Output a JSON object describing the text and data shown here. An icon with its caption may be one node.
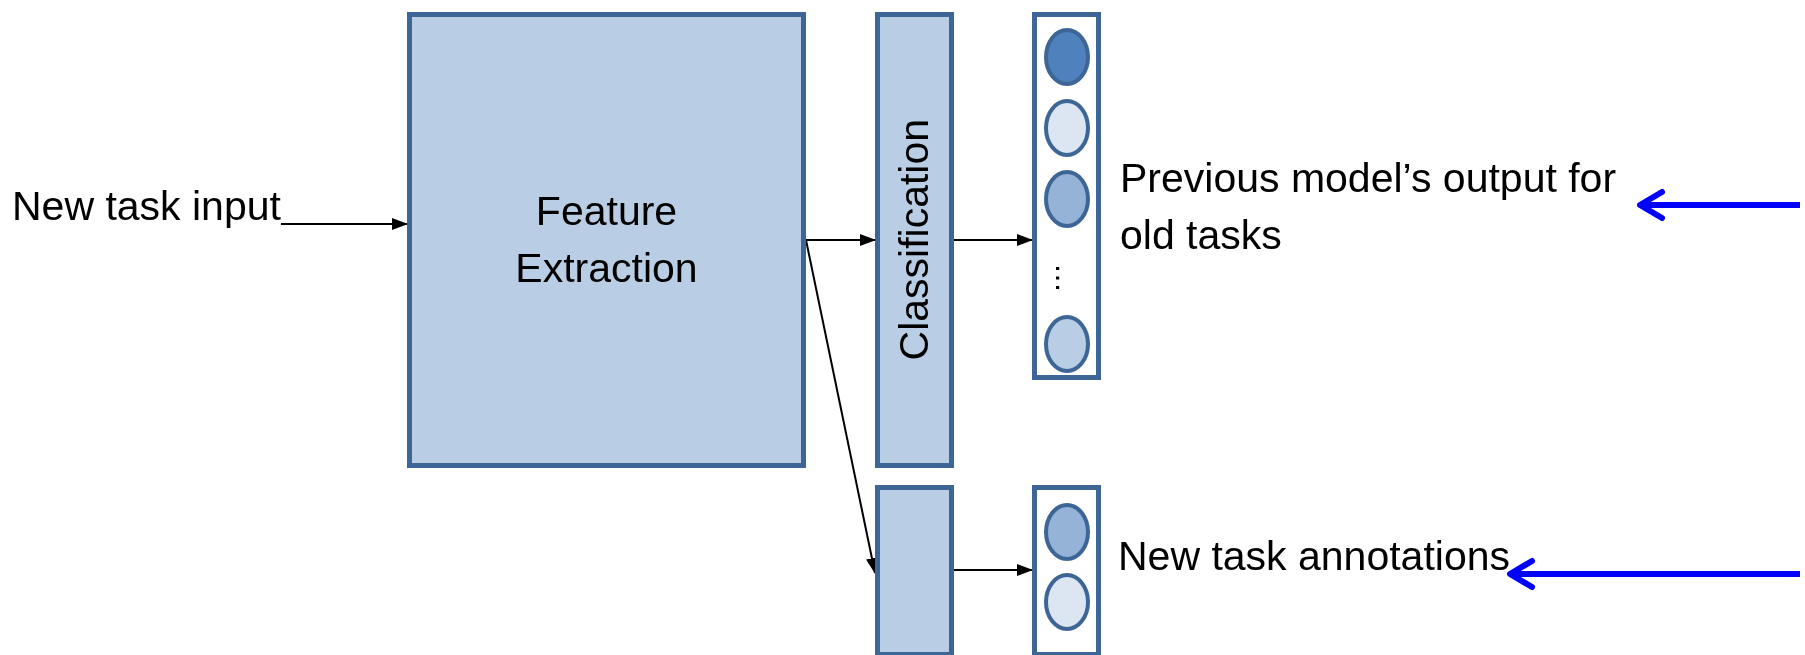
{
  "diagram": {
    "nodes": [
      {
        "text": [
          "New task input"
        ]
      },
      {
        "text": [
          "Feature Extraction"
        ]
      },
      {
        "text": [
          "Classification"
        ]
      },
      {
        "text": [],
        "shape": "box"
      },
      {
        "text": [
          "Previous model’s output for old tasks"
        ]
      },
      {
        "text": [],
        "shape": "box"
      },
      {
        "text": [],
        "shape": "box"
      },
      {
        "text": [
          "New task annotations"
        ]
      }
    ],
    "edges": [
      {
        "from": 0,
        "to": 1,
        "arrow": "to"
      },
      {
        "from": 1,
        "to": 2,
        "arrow": "to"
      },
      {
        "from": 1,
        "to": 5,
        "arrow": "to"
      },
      {
        "from": 2,
        "to": 3,
        "arrow": "to"
      },
      {
        "from": 5,
        "to": 6,
        "arrow": "to"
      },
      {
        "from": null,
        "to": 4,
        "arrow": "to",
        "style": "thick",
        "color": "#0000ff"
      },
      {
        "from": null,
        "to": 7,
        "arrow": "to",
        "style": "thick",
        "color": "#0000ff"
      }
    ],
    "labels": [
      "…"
    ]
  }
}
